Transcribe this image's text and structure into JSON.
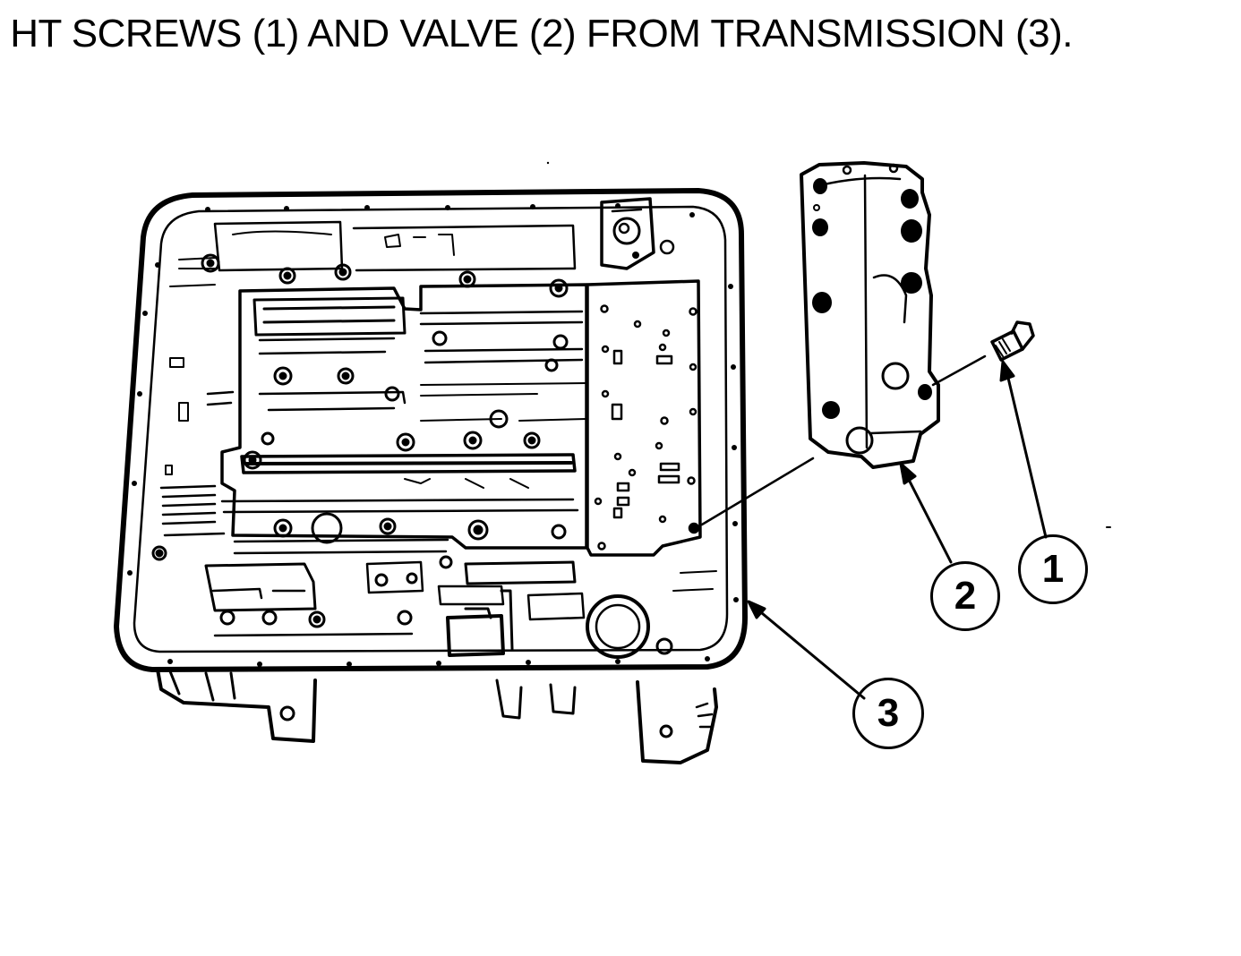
{
  "instruction": {
    "text": "HT SCREWS (1) AND VALVE (2) FROM TRANSMISSION (3)."
  },
  "callouts": [
    {
      "label": "1",
      "part": "screw"
    },
    {
      "label": "2",
      "part": "valve"
    },
    {
      "label": "3",
      "part": "transmission"
    }
  ]
}
